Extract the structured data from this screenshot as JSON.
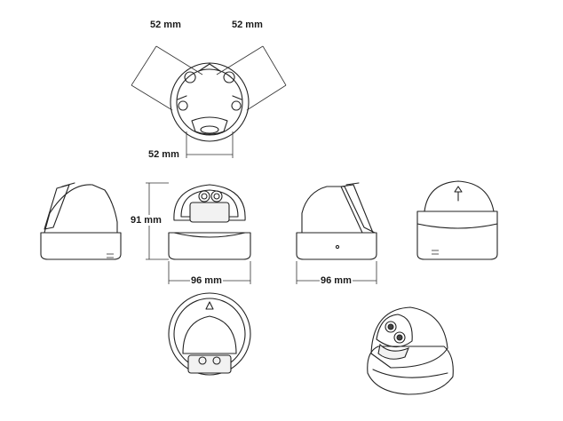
{
  "dimensions": {
    "bracket_left": "52 mm",
    "bracket_right": "52 mm",
    "bracket_bottom": "52 mm",
    "height": "91 mm",
    "width_front": "96 mm",
    "width_side": "96 mm"
  }
}
